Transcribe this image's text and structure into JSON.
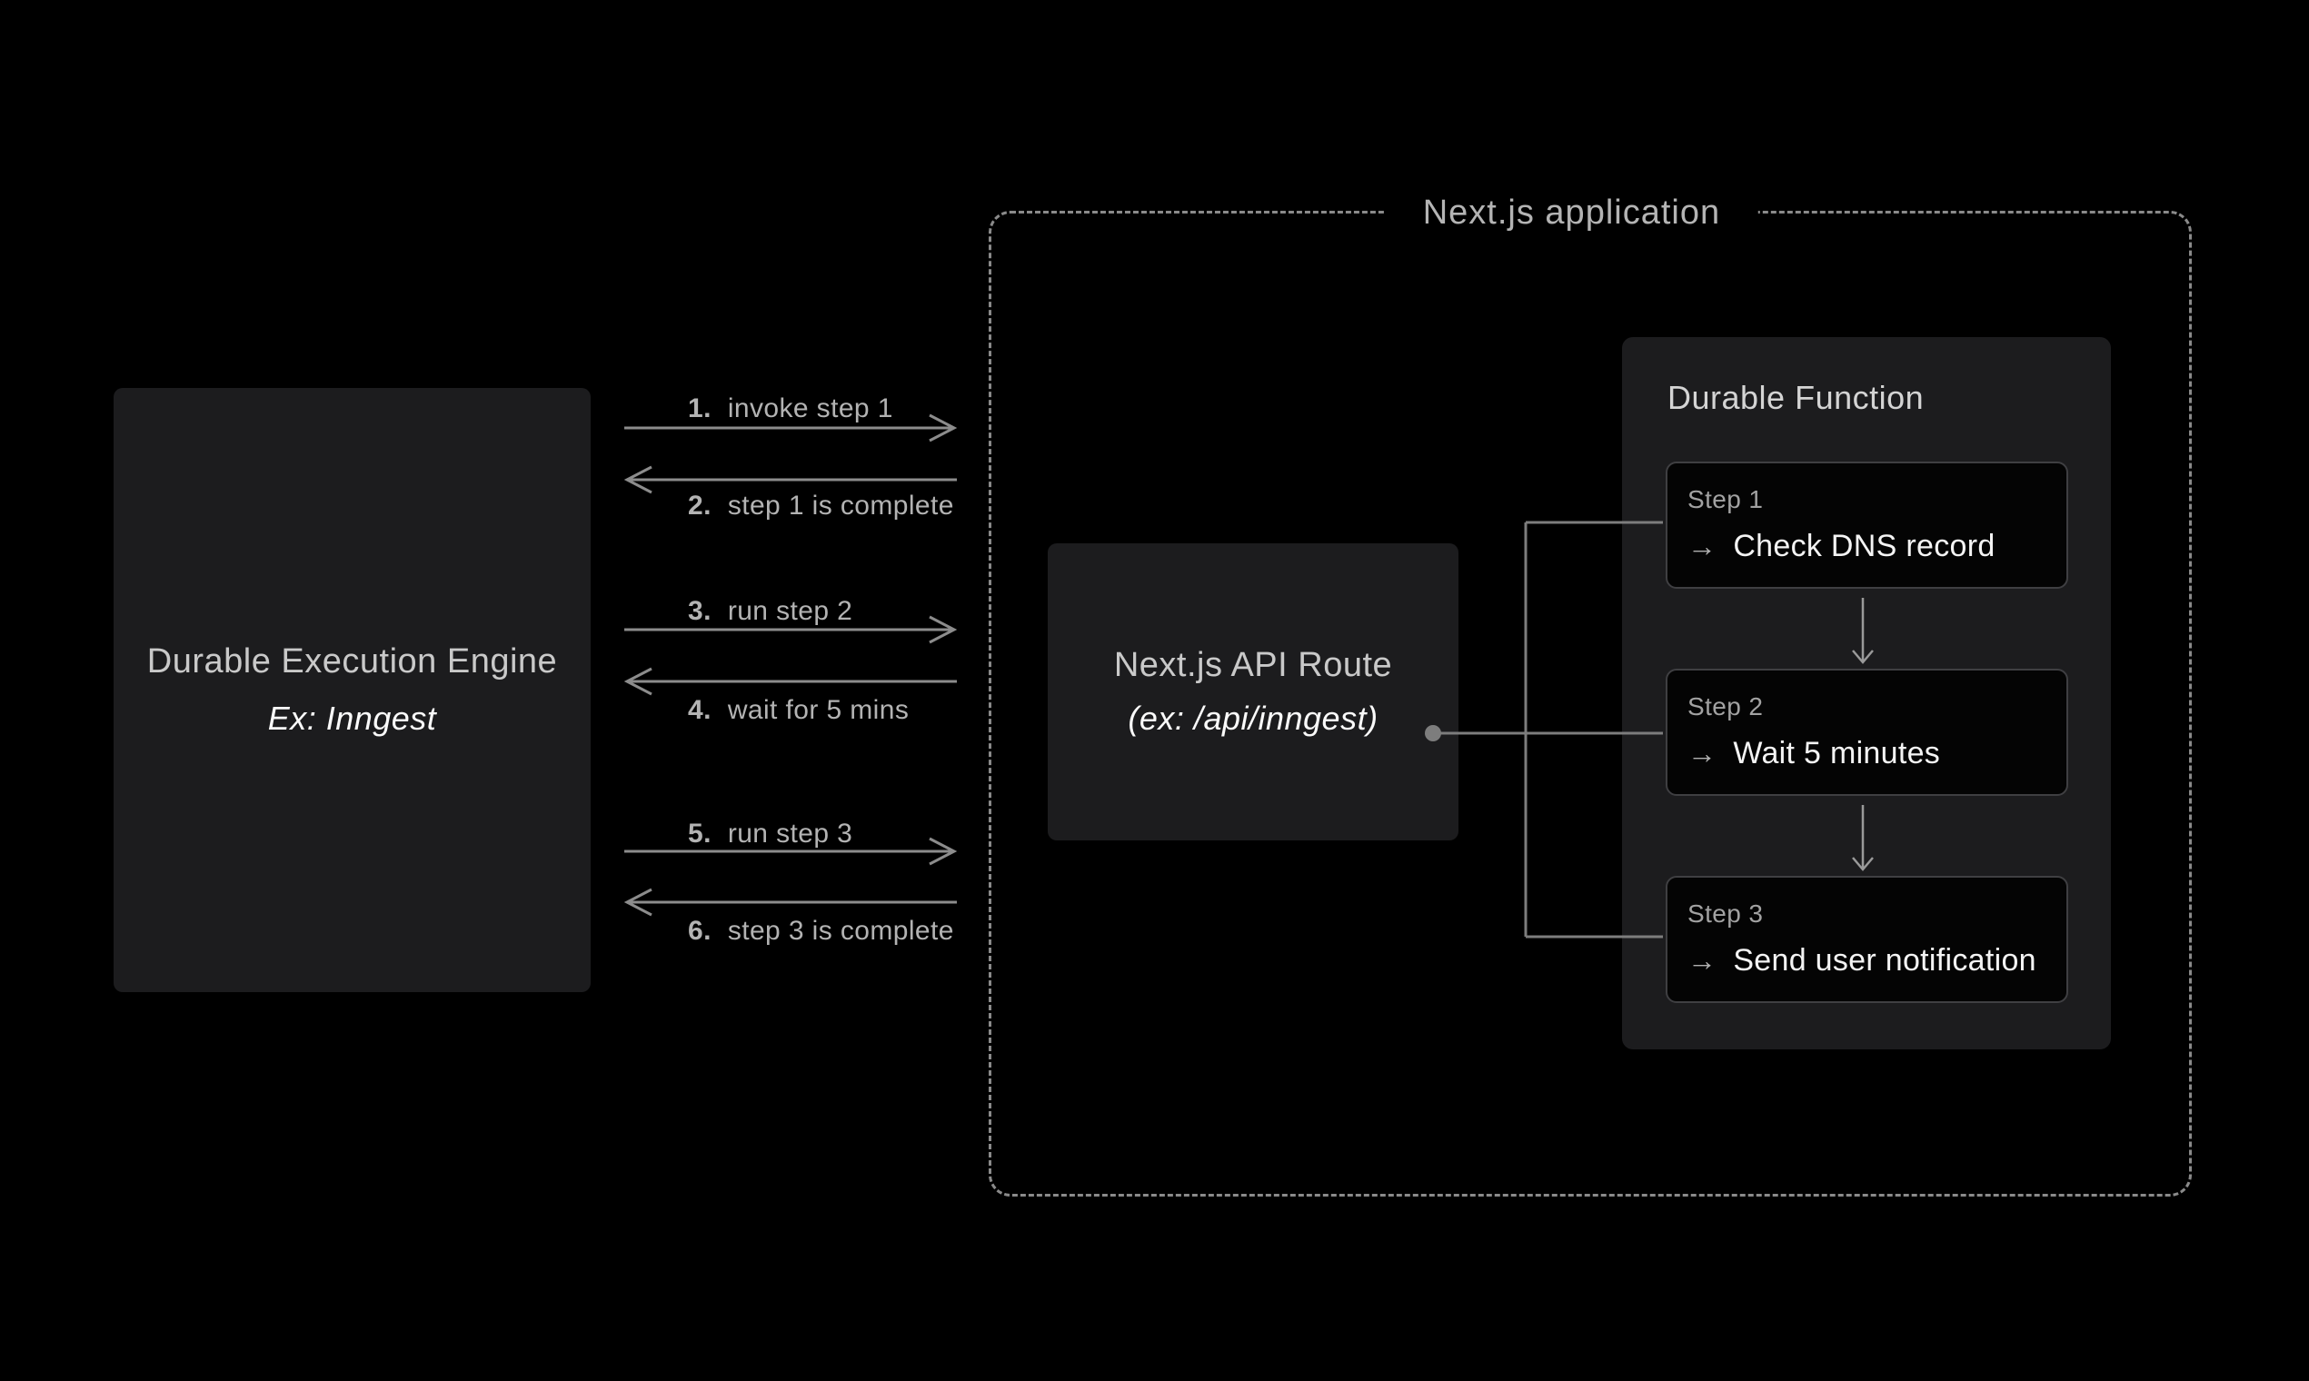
{
  "engine_box": {
    "title": "Durable Execution Engine",
    "subtitle": "Ex: Inngest"
  },
  "messages": [
    {
      "num": "1.",
      "label": "invoke step 1",
      "direction": "right"
    },
    {
      "num": "2.",
      "label": "step 1 is complete",
      "direction": "left"
    },
    {
      "num": "3.",
      "label": "run step 2",
      "direction": "right"
    },
    {
      "num": "4.",
      "label": "wait for 5 mins",
      "direction": "left"
    },
    {
      "num": "5.",
      "label": "run step 3",
      "direction": "right"
    },
    {
      "num": "6.",
      "label": "step 3 is complete",
      "direction": "left"
    }
  ],
  "app_box": {
    "label": "Next.js application"
  },
  "api_route": {
    "title": "Next.js API Route",
    "subtitle": "(ex: /api/inngest)"
  },
  "durable_function": {
    "title": "Durable Function",
    "steps": [
      {
        "label": "Step 1",
        "arrow_icon": "→",
        "action": "Check DNS record"
      },
      {
        "label": "Step 2",
        "arrow_icon": "→",
        "action": "Wait 5 minutes"
      },
      {
        "label": "Step 3",
        "arrow_icon": "→",
        "action": "Send user notification"
      }
    ]
  },
  "colors": {
    "background": "#000000",
    "box_fill": "#1c1c1e",
    "step_card_fill": "#040404",
    "step_card_border": "#3f3f42",
    "dashed_border": "#8a8a8a",
    "arrow_stroke": "#8c8c8c",
    "connector_stroke": "#7d7d7d",
    "label_text": "#b3b3b3",
    "title_text": "#c9c9c9",
    "emphasis_text": "#fafafa"
  }
}
